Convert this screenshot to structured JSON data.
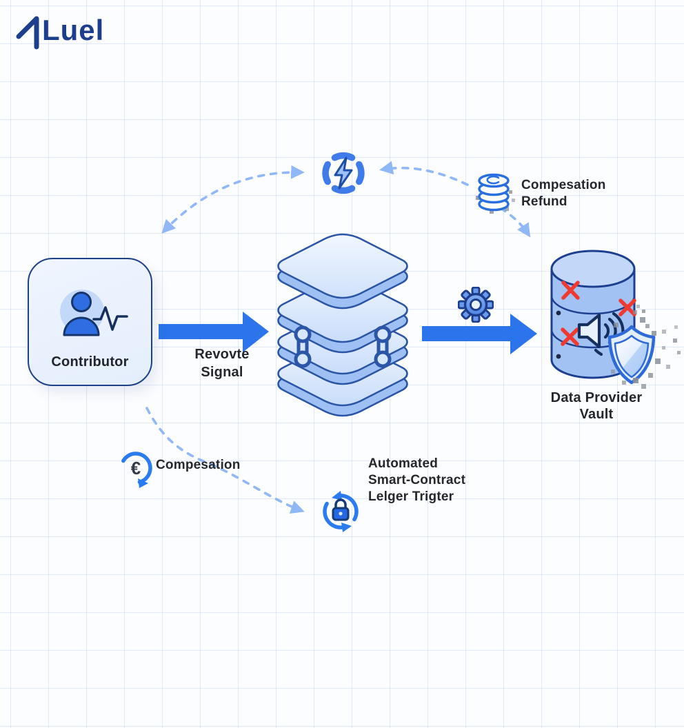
{
  "brand": {
    "name": "Luel"
  },
  "diagram": {
    "contributor": {
      "label": "Contributor"
    },
    "revoke_arrow": {
      "line1": "Revovte",
      "line2": "Signal"
    },
    "vault": {
      "line1": "Data Provider",
      "line2": "Vault"
    },
    "refund": {
      "line1": "Compesation",
      "line2": "Refund"
    },
    "compensation": {
      "label": "Compesation"
    },
    "trigger": {
      "line1": "Automated",
      "line2": "Smart-Contract",
      "line3": "Lelger Trigter"
    }
  },
  "icons": {
    "logo_glyph": "up-arrow-one-icon",
    "contributor": "person-pulse-icon",
    "center": "ledger-stack-icon",
    "center_links": "chain-link-icon",
    "process": "gear-icon",
    "top": "lightning-cycle-icon",
    "refund": "coin-stack-icon",
    "compensation": "euro-cycle-icon",
    "trigger": "lock-cycle-icon",
    "vault": "database-icon",
    "vault_marks": "red-x-icon",
    "vault_sound": "speaker-icon",
    "vault_guard": "shield-icon"
  },
  "colors": {
    "accent_blue": "#2b74ec",
    "dashed_blue": "#90b8f6",
    "navy_outline": "#1d3f8f",
    "logo_navy": "#1c3e8c",
    "light_blue_fill": "#dcebfd",
    "mid_blue_fill": "#a3c2f4",
    "red_x": "#ee3a31",
    "pixel_gray": "#8a9099",
    "text_dark": "#24272c"
  }
}
